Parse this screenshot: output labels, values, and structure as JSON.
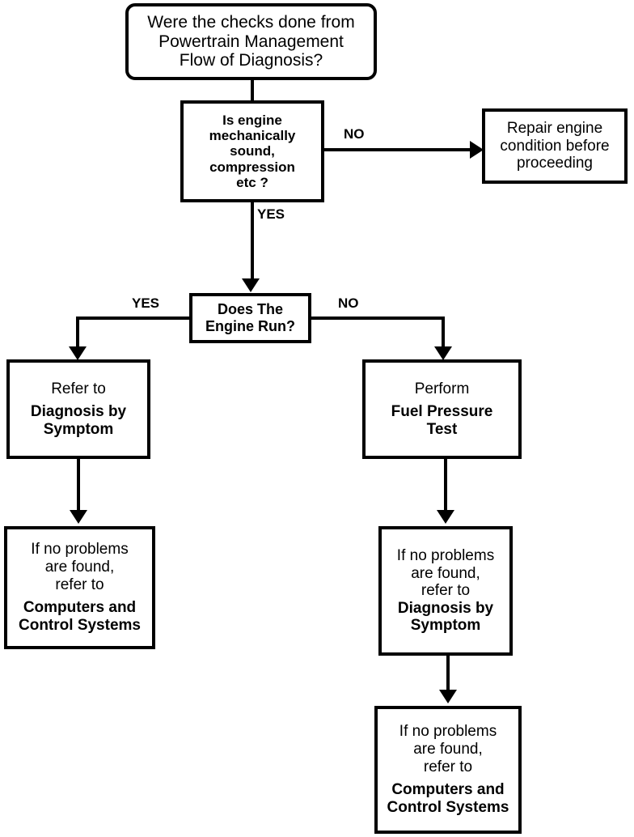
{
  "diagram": {
    "title": "Powertrain Management Flow of Diagnosis",
    "colors": {
      "line": "#000000",
      "fill": "#ffffff",
      "text": "#000000"
    },
    "nodes": {
      "start": {
        "shape": "rounded-rectangle",
        "lines": [
          {
            "text": "Were the checks done from",
            "bold": false
          },
          {
            "text": "Powertrain Management",
            "bold": false
          },
          {
            "text": "Flow of Diagnosis?",
            "bold": false
          }
        ]
      },
      "mechanical_check": {
        "shape": "rectangle",
        "lines": [
          {
            "text": "Is engine",
            "bold": true
          },
          {
            "text": "mechanically",
            "bold": true
          },
          {
            "text": "sound,",
            "bold": true
          },
          {
            "text": "compression",
            "bold": true
          },
          {
            "text": "etc ?",
            "bold": true
          }
        ]
      },
      "repair_engine": {
        "shape": "rectangle",
        "lines": [
          {
            "text": "Repair engine",
            "bold": false
          },
          {
            "text": "condition before",
            "bold": false
          },
          {
            "text": "proceeding",
            "bold": false
          }
        ]
      },
      "engine_run": {
        "shape": "rectangle",
        "lines": [
          {
            "text": "Does The",
            "bold": true
          },
          {
            "text": "Engine Run?",
            "bold": true
          }
        ]
      },
      "refer_symptom": {
        "shape": "rectangle",
        "lines": [
          {
            "text": "Refer to",
            "bold": false
          },
          {
            "text": "Diagnosis by",
            "bold": true
          },
          {
            "text": "Symptom",
            "bold": true
          }
        ]
      },
      "fuel_pressure": {
        "shape": "rectangle",
        "lines": [
          {
            "text": "Perform",
            "bold": false
          },
          {
            "text": "Fuel Pressure",
            "bold": true
          },
          {
            "text": "Test",
            "bold": true
          }
        ]
      },
      "left_computers": {
        "shape": "rectangle",
        "lines": [
          {
            "text": "If no problems",
            "bold": false
          },
          {
            "text": "are found,",
            "bold": false
          },
          {
            "text": "refer to",
            "bold": false
          },
          {
            "text": "Computers and",
            "bold": true
          },
          {
            "text": "Control Systems",
            "bold": true
          }
        ]
      },
      "right_symptom": {
        "shape": "rectangle",
        "lines": [
          {
            "text": "If no problems",
            "bold": false
          },
          {
            "text": "are found,",
            "bold": false
          },
          {
            "text": "refer to",
            "bold": false
          },
          {
            "text": "Diagnosis by",
            "bold": true
          },
          {
            "text": "Symptom",
            "bold": true
          }
        ]
      },
      "right_computers": {
        "shape": "rectangle",
        "lines": [
          {
            "text": "If no problems",
            "bold": false
          },
          {
            "text": "are found,",
            "bold": false
          },
          {
            "text": "refer to",
            "bold": false
          },
          {
            "text": "Computers and",
            "bold": true
          },
          {
            "text": "Control Systems",
            "bold": true
          }
        ]
      }
    },
    "edge_labels": {
      "mech_no": "NO",
      "mech_yes": "YES",
      "run_yes": "YES",
      "run_no": "NO"
    }
  }
}
